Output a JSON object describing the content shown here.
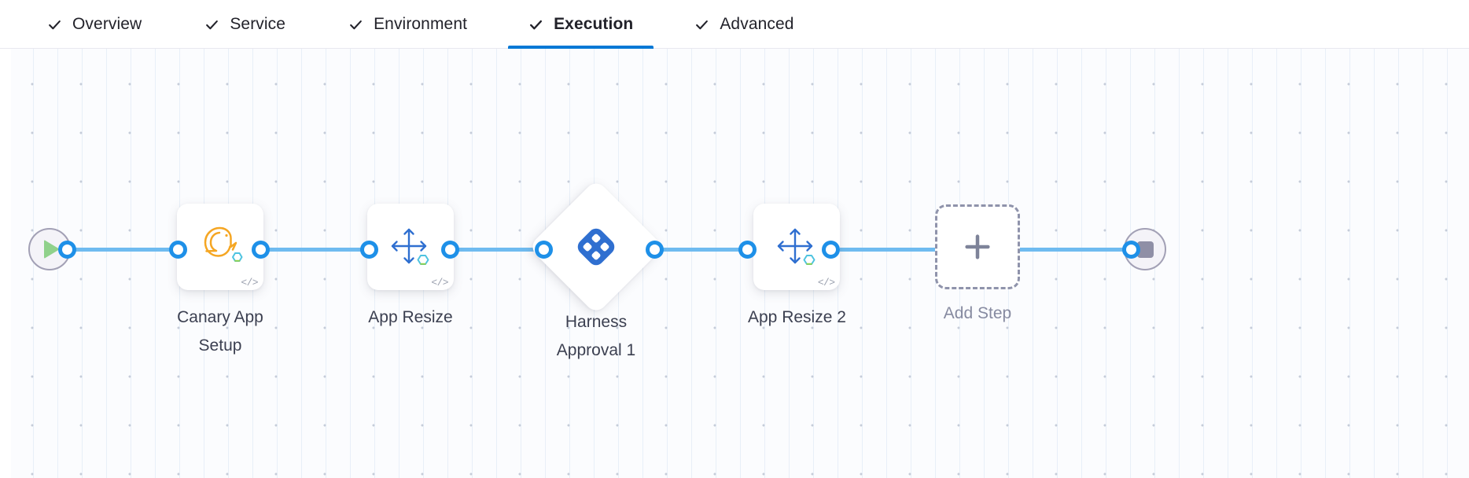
{
  "header": {
    "tabs": [
      {
        "label": "Overview",
        "icon": "check-icon",
        "active": false
      },
      {
        "label": "Service",
        "icon": "check-icon",
        "active": false
      },
      {
        "label": "Environment",
        "icon": "check-icon",
        "active": false
      },
      {
        "label": "Execution",
        "icon": "check-icon",
        "active": true
      },
      {
        "label": "Advanced",
        "icon": "check-icon",
        "active": false
      }
    ],
    "active_tab": "Execution",
    "active_underline_color": "#0278d5"
  },
  "canvas": {
    "background_color": "#fbfcfe",
    "grid": "dotted",
    "connector_color": "#6fbbf0",
    "port_color": "#1e90e8",
    "nodes": [
      {
        "id": "pipeline-start",
        "type": "terminal-start",
        "icon": "play-icon",
        "icon_color": "#90d18b",
        "label": ""
      },
      {
        "id": "canary-app-setup",
        "type": "step",
        "icon": "canary-bird-icon",
        "icon_color": "#f5a623",
        "badge": "code-icon",
        "badge_text": "</>",
        "label": "Canary App\nSetup"
      },
      {
        "id": "app-resize",
        "type": "step",
        "icon": "resize-arrows-icon",
        "icon_color": "#2f6fd0",
        "badge": "code-icon",
        "badge_text": "</>",
        "label": "App Resize"
      },
      {
        "id": "harness-approval-1",
        "type": "approval-diamond",
        "icon": "harness-logo-icon",
        "icon_color": "#2f6fd0",
        "label": "Harness\nApproval 1"
      },
      {
        "id": "app-resize-2",
        "type": "step",
        "icon": "resize-arrows-icon",
        "icon_color": "#2f6fd0",
        "badge": "code-icon",
        "badge_text": "</>",
        "label": "App Resize 2"
      },
      {
        "id": "add-step",
        "type": "add-placeholder",
        "icon": "plus-icon",
        "icon_color": "#7e8399",
        "label": "Add Step"
      },
      {
        "id": "pipeline-end",
        "type": "terminal-end",
        "icon": "stop-icon",
        "icon_color": "#8f8fa6",
        "label": ""
      }
    ]
  }
}
